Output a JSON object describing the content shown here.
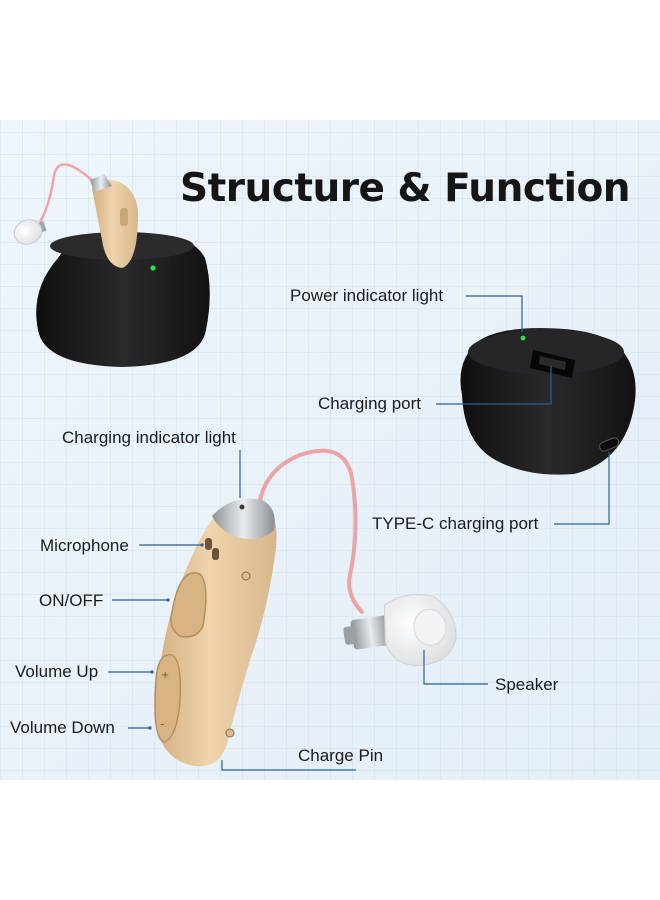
{
  "title": "Structure & Function",
  "labels": {
    "power_indicator_light": "Power indicator light",
    "charging_port": "Charging port",
    "charging_indicator_light": "Charging indicator light",
    "type_c_charging_port": "TYPE-C charging port",
    "microphone": "Microphone",
    "on_off": "ON/OFF",
    "volume_up": "Volume Up",
    "volume_down": "Volume Down",
    "speaker": "Speaker",
    "charge_pin": "Charge Pin"
  },
  "colors": {
    "background_grid": "#e8f1f8",
    "grid_line": "#cfdfec",
    "leader_line": "#2d5f8f",
    "dock_black": "#1c1c1e",
    "device_beige": "#e6c79c",
    "indicator_green": "#2ee04a"
  }
}
